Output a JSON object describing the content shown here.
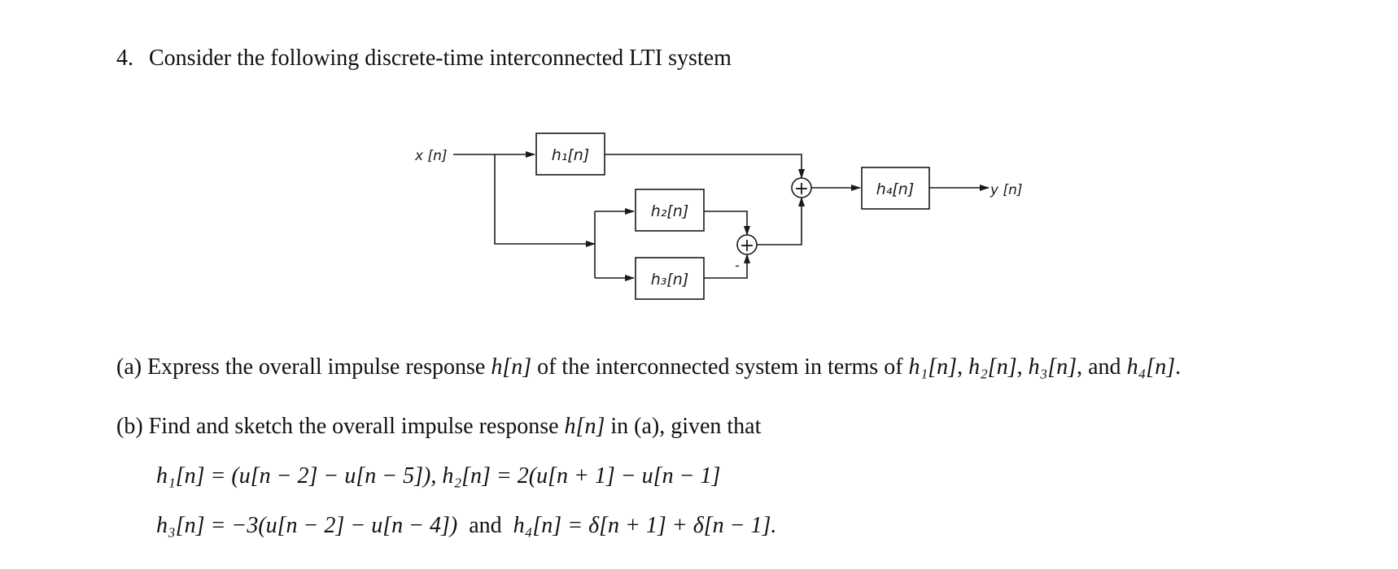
{
  "question": {
    "number": "4.",
    "text": "Consider the following discrete-time interconnected LTI system"
  },
  "diagram": {
    "input_label": "x [n]",
    "output_label": "y [n]",
    "blocks": {
      "h1": "h₁[n]",
      "h2": "h₂[n]",
      "h3": "h₃[n]",
      "h4": "h₄[n]"
    },
    "adder_symbol": "+",
    "minus_sign": "-"
  },
  "part_a": {
    "label": "(a)",
    "text_before": "Express the overall impulse response ",
    "h_n": "h[n]",
    "text_middle": " of the interconnected system in terms of ",
    "h1": "h₁[n]",
    "sep1": ", ",
    "h2": "h₂[n]",
    "sep2": ", ",
    "h3": "h₃[n]",
    "sep3": ", and ",
    "h4": "h₄[n]",
    "end": "."
  },
  "part_b": {
    "label": "(b)",
    "text_before": "Find and sketch the overall impulse response ",
    "h_n": "h[n]",
    "text_after": " in (a), given that"
  },
  "equations": {
    "line1": "h₁[n] = (u[n − 2] − u[n − 5]),   h₂[n] = 2(u[n + 1] − u[n − 1]",
    "line2_left": "h₃[n] = −3(u[n − 2] − u[n − 4])",
    "line2_and": "and",
    "line2_right": "h₄[n] = δ[n + 1] + δ[n − 1]."
  }
}
